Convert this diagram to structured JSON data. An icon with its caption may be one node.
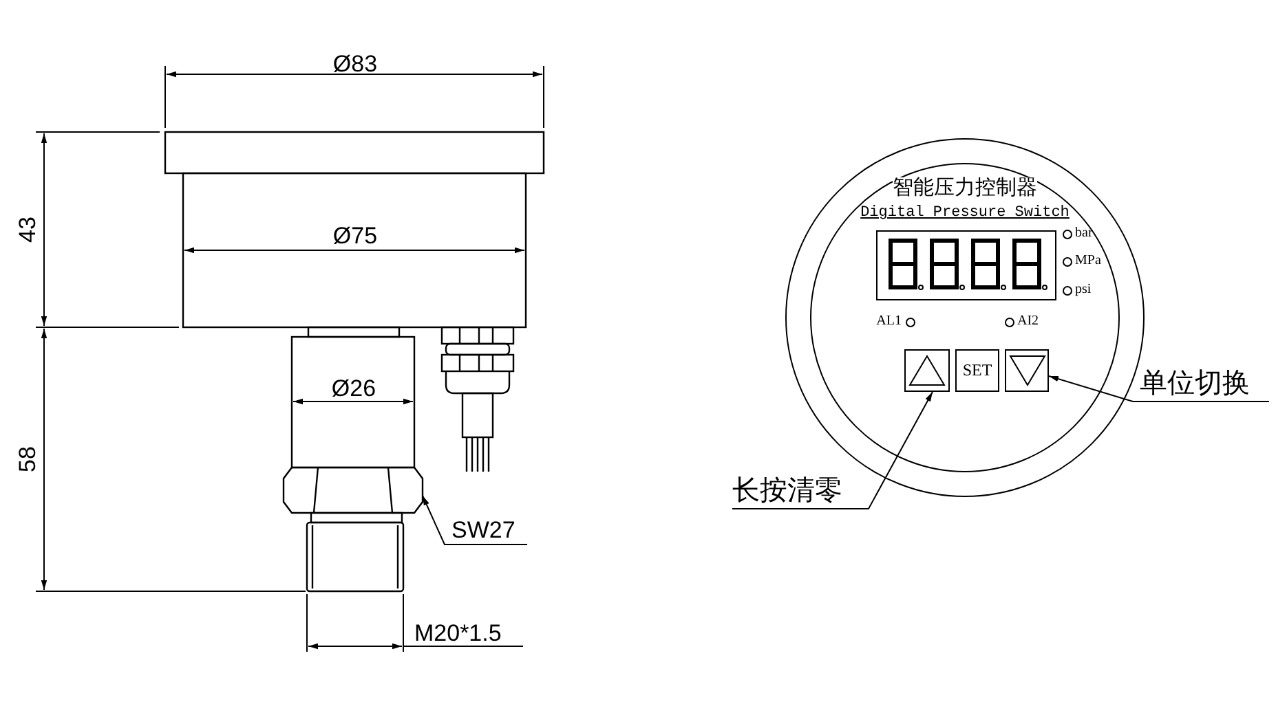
{
  "diagram": {
    "nodes": [
      {
        "text": [],
        "shape": "picture"
      },
      {
        "text": [
          "SW27"
        ]
      },
      {
        "text": [
          "智能压力控制器",
          "Digital Pressure Switch"
        ]
      },
      {
        "text": [],
        "shape": "box",
        "in": 2
      },
      {
        "text": [
          "SET"
        ],
        "in": 2
      },
      {
        "text": [],
        "shape": "box",
        "in": 2
      },
      {
        "text": [
          "单位切换"
        ]
      },
      {
        "text": [
          "长按清零"
        ]
      }
    ],
    "edges": [
      {
        "from": 1,
        "to": 0,
        "arrow": "to"
      },
      {
        "from": 6,
        "to": 5,
        "arrow": "to"
      },
      {
        "from": 7,
        "to": 3,
        "arrow": "to"
      }
    ],
    "labels": [
      "Ø83",
      "43",
      "Ø75",
      "Ø26",
      "58",
      "M20*1.5",
      "bar",
      "MPa",
      "psi",
      "AL1",
      "AI2"
    ]
  }
}
